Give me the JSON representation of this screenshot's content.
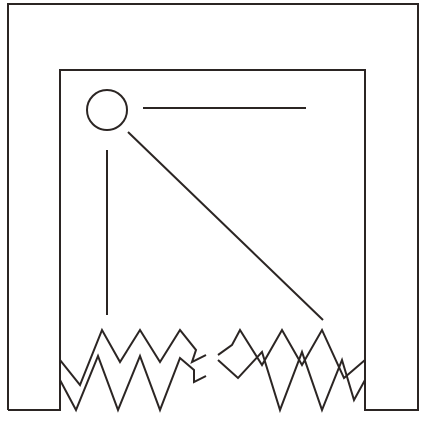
{
  "diagram": {
    "description_text": "",
    "colors": {
      "ink": "#2b2523",
      "background": "#ffffff"
    },
    "parts": [
      "outer-frame",
      "inner-opening",
      "corner-circle",
      "top-horizontal-line",
      "left-vertical-line",
      "diagonal-line",
      "left-zigzag-break",
      "right-zigzag-break"
    ]
  }
}
